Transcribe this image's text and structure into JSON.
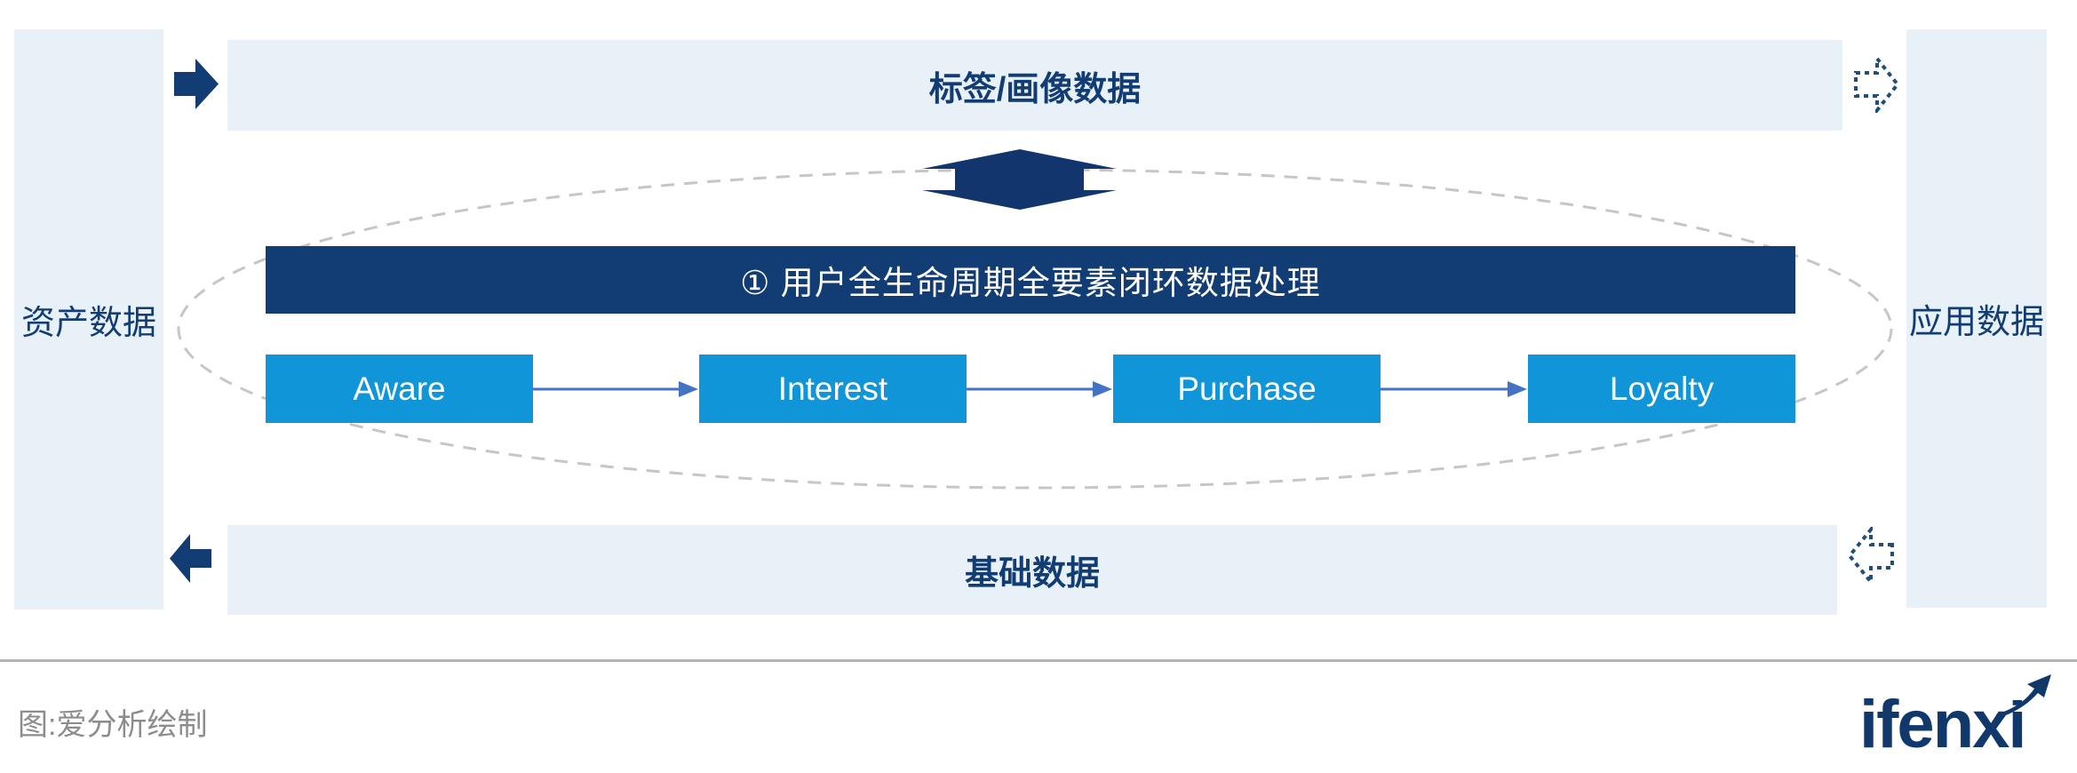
{
  "diagram": {
    "left_panel": {
      "label": "资产数据"
    },
    "right_panel": {
      "label": "应用数据"
    },
    "top_bar": {
      "label": "标签/画像数据"
    },
    "bottom_bar": {
      "label": "基础数据"
    },
    "process_band": {
      "label": "① 用户全生命周期全要素闭环数据处理"
    },
    "funnel": {
      "stages": [
        {
          "label": "Aware"
        },
        {
          "label": "Interest"
        },
        {
          "label": "Purchase"
        },
        {
          "label": "Loyalty"
        }
      ]
    },
    "icons": [
      "solid-arrow-right-icon",
      "solid-arrow-left-icon",
      "dashed-arrow-right-icon",
      "dashed-arrow-left-icon",
      "double-vertical-arrow-icon",
      "dashed-loop-ellipse",
      "flow-arrow-icon",
      "logo-swoosh-arrow-icon"
    ],
    "colors": {
      "navy": "#113c74",
      "bright_blue": "#1095d9",
      "light_blue_panel": "#e9f1f8",
      "connector_blue": "#4472c4",
      "dashed_gray": "#c6c6c6",
      "divider_gray": "#b3b3b3",
      "caption_gray": "#8c8c8c",
      "logo_navy": "#11386b"
    },
    "footer": {
      "caption": "图:爱分析绘制",
      "logo_text": "ifenxi"
    }
  }
}
